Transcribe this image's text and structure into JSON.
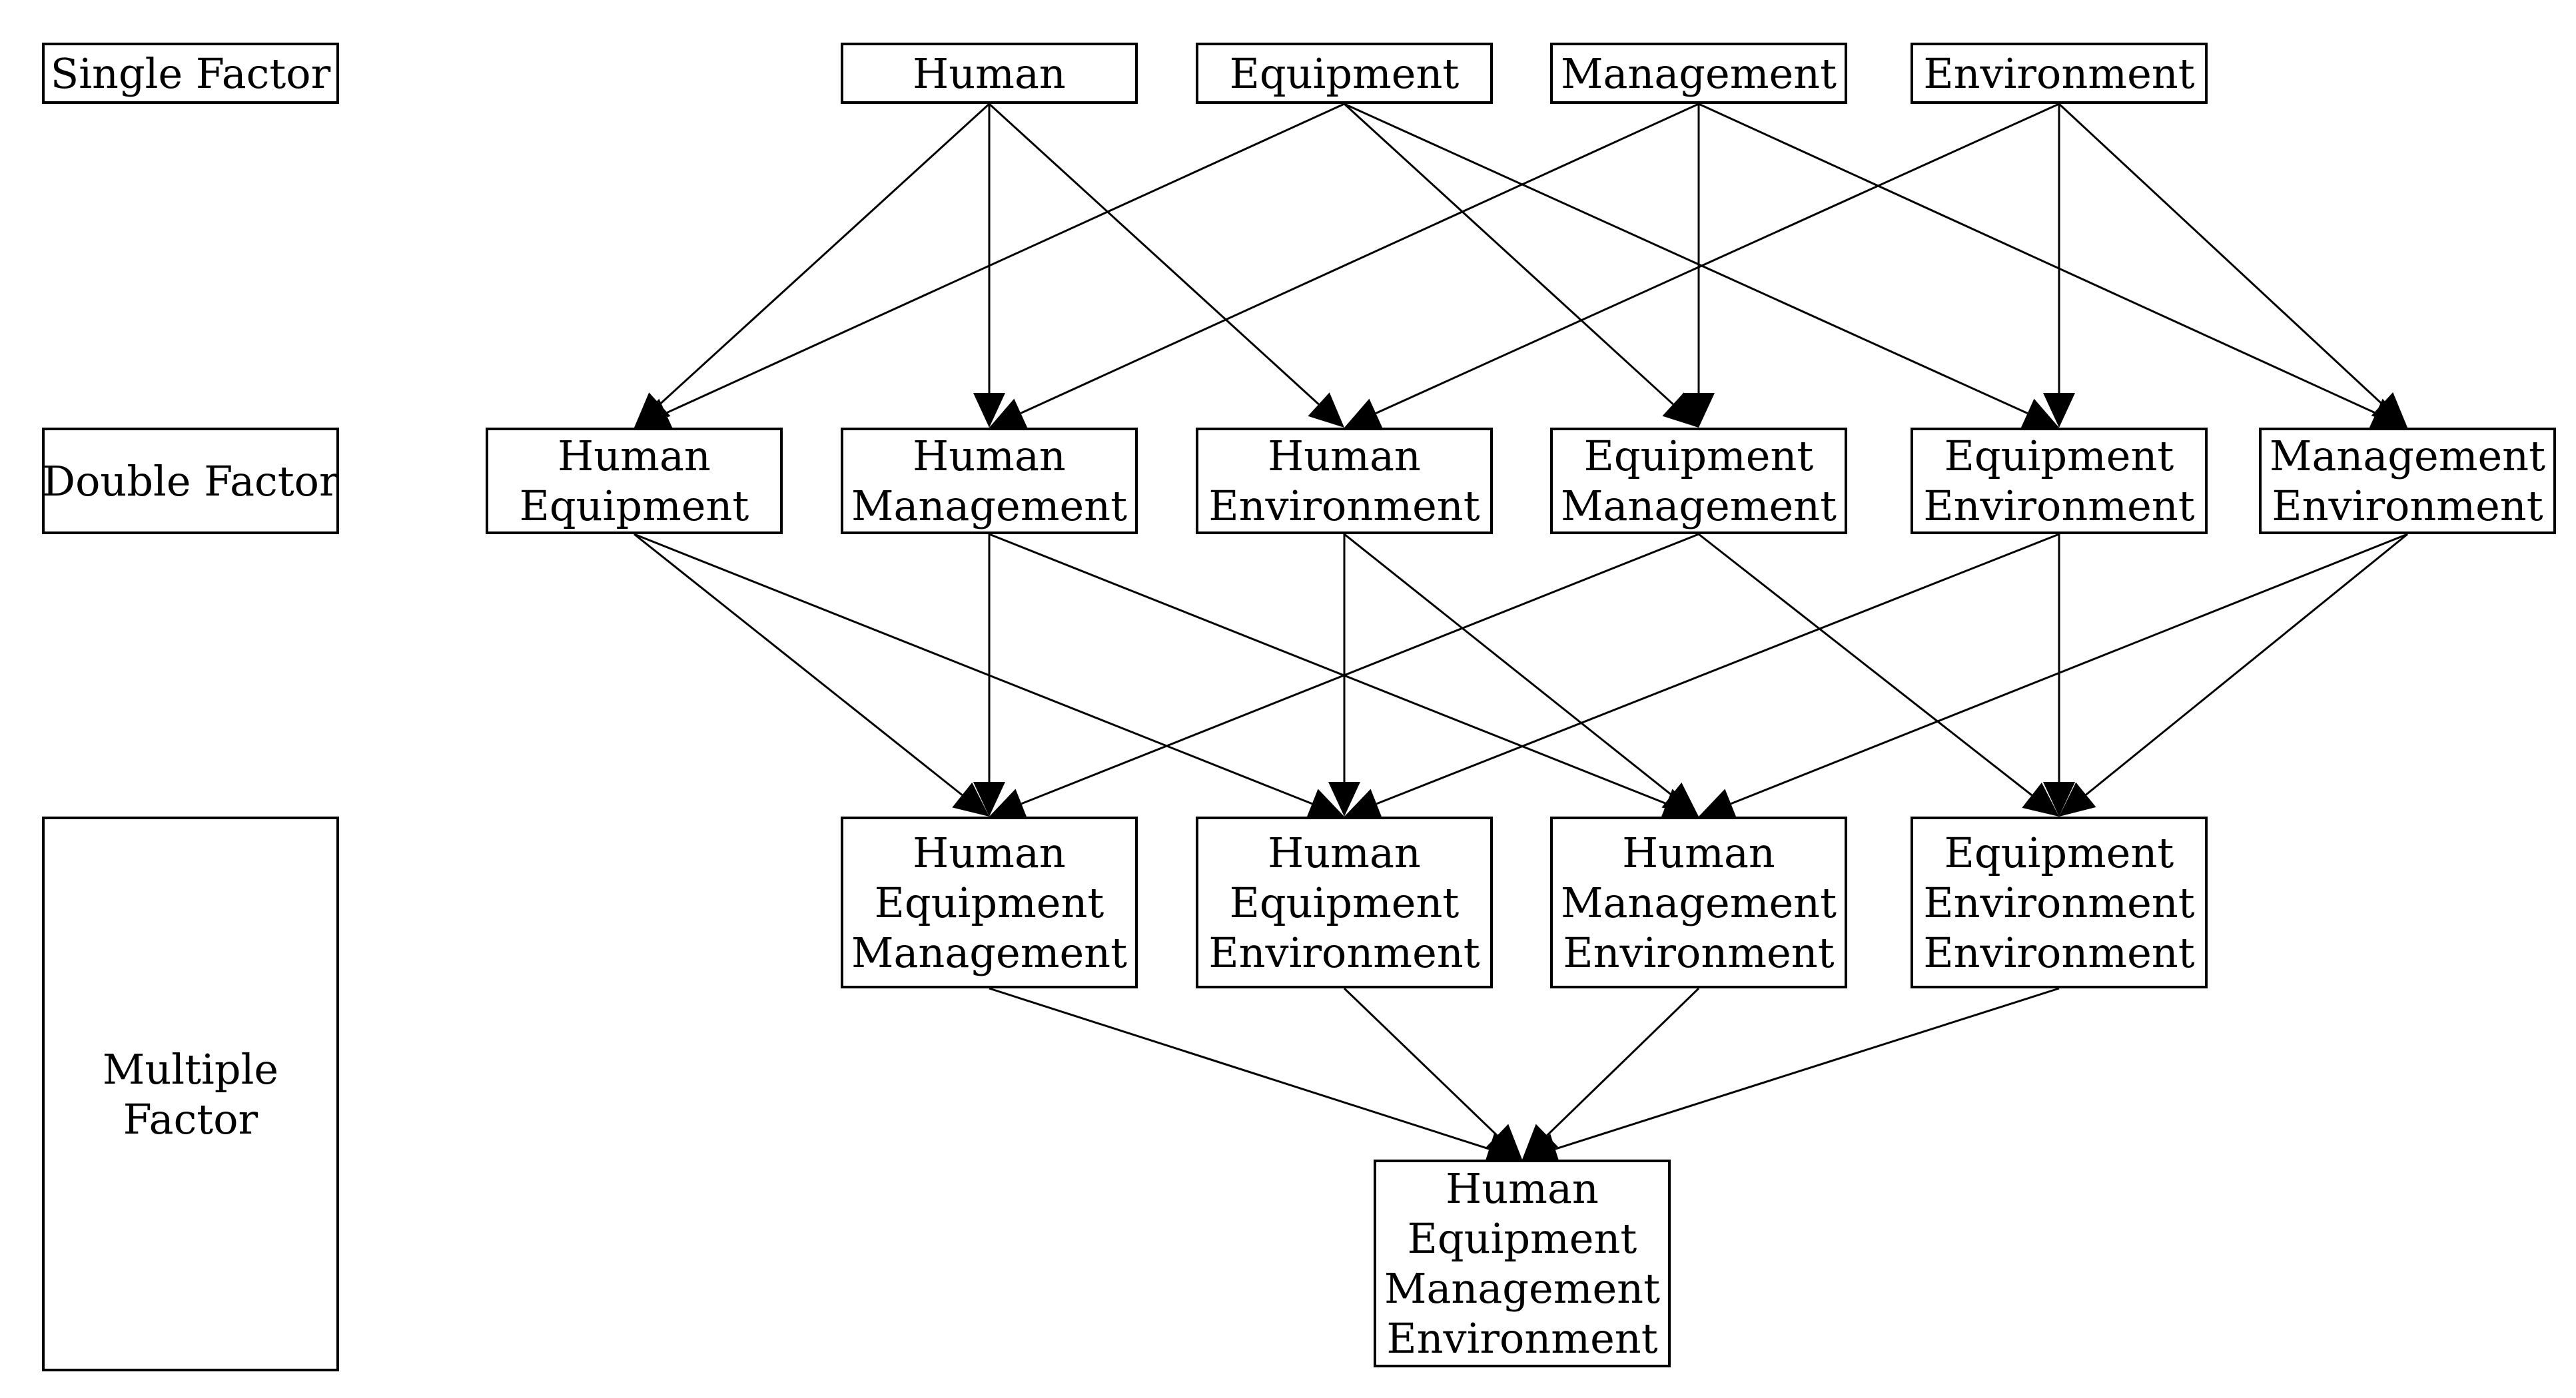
{
  "row_labels": {
    "single": [
      "Single Factor"
    ],
    "double": [
      "Double Factor"
    ],
    "multiple": [
      "Multiple",
      "Factor"
    ]
  },
  "nodes": {
    "h": [
      "Human"
    ],
    "e": [
      "Equipment"
    ],
    "m": [
      "Management"
    ],
    "v": [
      "Environment"
    ],
    "he": [
      "Human",
      "Equipment"
    ],
    "hm": [
      "Human",
      "Management"
    ],
    "hv": [
      "Human",
      "Environment"
    ],
    "em": [
      "Equipment",
      "Management"
    ],
    "ev": [
      "Equipment",
      "Environment"
    ],
    "mv": [
      "Management",
      "Environment"
    ],
    "hem": [
      "Human",
      "Equipment",
      "Management"
    ],
    "hev": [
      "Human",
      "Equipment",
      "Environment"
    ],
    "hmv": [
      "Human",
      "Management",
      "Environment"
    ],
    "eev": [
      "Equipment",
      "Environment",
      "Environment"
    ],
    "hemv": [
      "Human",
      "Equipment",
      "Management",
      "Environment"
    ]
  },
  "edges": [
    [
      "h",
      "he"
    ],
    [
      "h",
      "hm"
    ],
    [
      "h",
      "hv"
    ],
    [
      "e",
      "he"
    ],
    [
      "e",
      "em"
    ],
    [
      "e",
      "ev"
    ],
    [
      "m",
      "hm"
    ],
    [
      "m",
      "em"
    ],
    [
      "m",
      "mv"
    ],
    [
      "v",
      "hv"
    ],
    [
      "v",
      "ev"
    ],
    [
      "v",
      "mv"
    ],
    [
      "he",
      "hem"
    ],
    [
      "he",
      "hev"
    ],
    [
      "hm",
      "hem"
    ],
    [
      "hm",
      "hmv"
    ],
    [
      "hv",
      "hev"
    ],
    [
      "hv",
      "hmv"
    ],
    [
      "em",
      "hem"
    ],
    [
      "em",
      "eev"
    ],
    [
      "ev",
      "hev"
    ],
    [
      "ev",
      "eev"
    ],
    [
      "mv",
      "hmv"
    ],
    [
      "mv",
      "eev"
    ],
    [
      "hem",
      "hemv"
    ],
    [
      "hev",
      "hemv"
    ],
    [
      "hmv",
      "hemv"
    ],
    [
      "eev",
      "hemv"
    ]
  ]
}
